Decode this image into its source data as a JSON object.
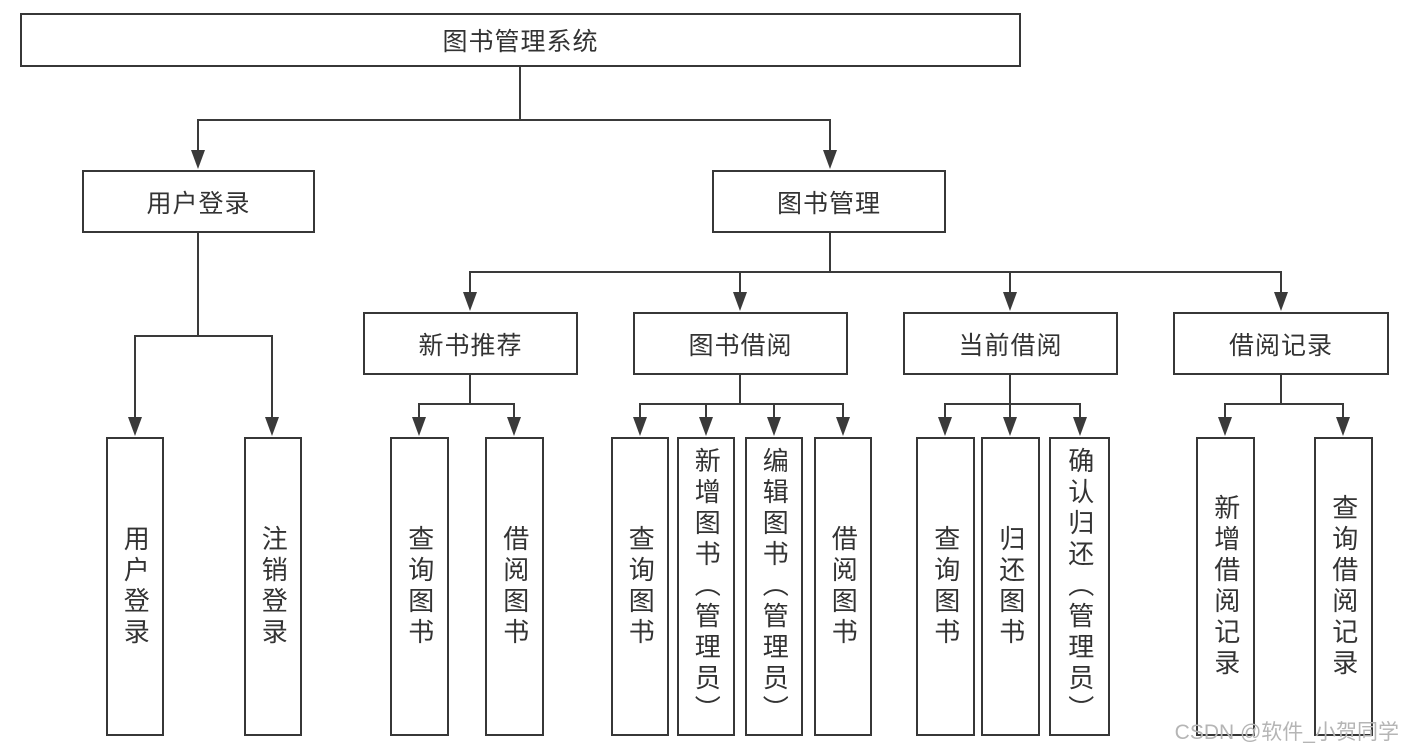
{
  "watermark": "CSDN @软件_小贺同学",
  "colors": {
    "line": "#3a3a3a",
    "box_border": "#373737",
    "text": "#333333",
    "watermark": "#b5b5b5",
    "background": "#ffffff"
  },
  "tree": {
    "label": "图书管理系统",
    "children": [
      {
        "label": "用户登录",
        "children": [
          {
            "label": "用户登录"
          },
          {
            "label": "注销登录"
          }
        ]
      },
      {
        "label": "图书管理",
        "children": [
          {
            "label": "新书推荐",
            "children": [
              {
                "label": "查询图书"
              },
              {
                "label": "借阅图书"
              }
            ]
          },
          {
            "label": "图书借阅",
            "children": [
              {
                "label": "查询图书"
              },
              {
                "label": "新增图书（管理员）"
              },
              {
                "label": "编辑图书（管理员）"
              },
              {
                "label": "借阅图书"
              }
            ]
          },
          {
            "label": "当前借阅",
            "children": [
              {
                "label": "查询图书"
              },
              {
                "label": "归还图书"
              },
              {
                "label": "确认归还（管理员）"
              }
            ]
          },
          {
            "label": "借阅记录",
            "children": [
              {
                "label": "新增借阅记录"
              },
              {
                "label": "查询借阅记录"
              }
            ]
          }
        ]
      }
    ]
  }
}
